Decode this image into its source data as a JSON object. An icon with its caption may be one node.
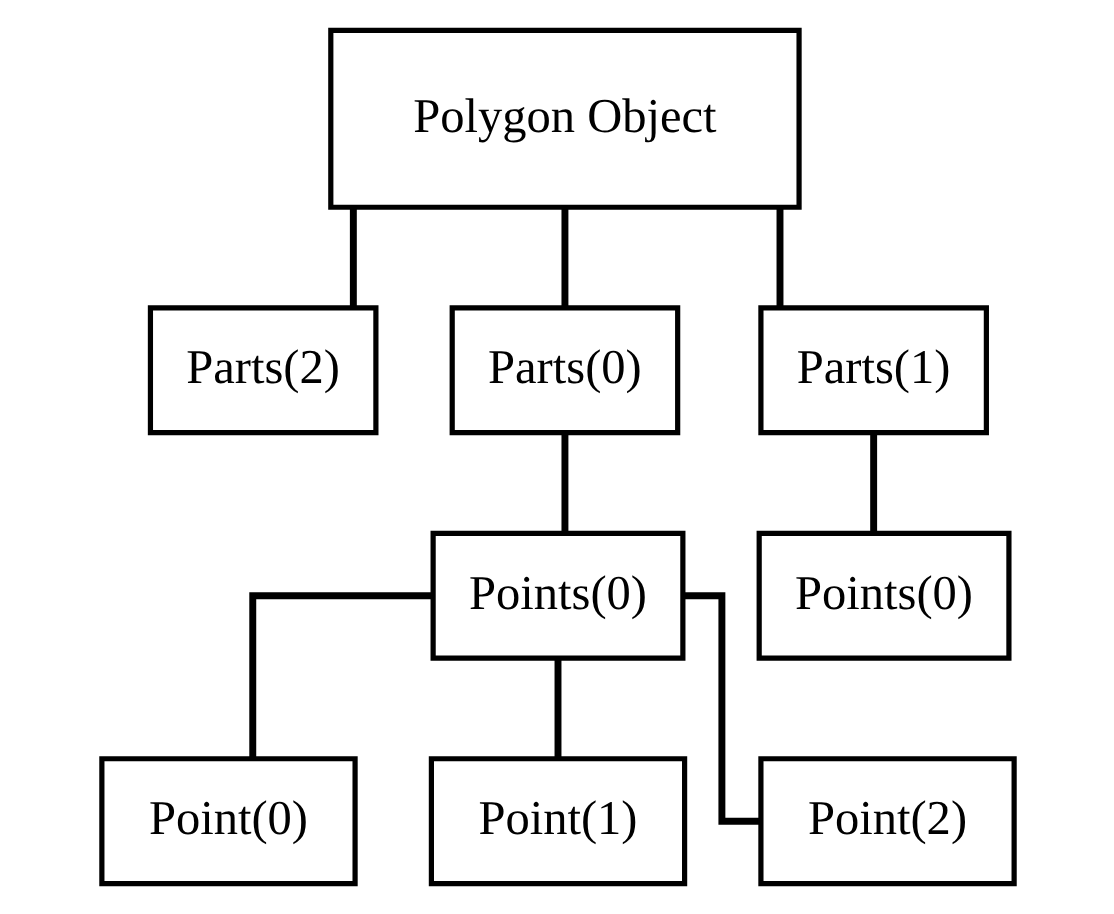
{
  "diagram": {
    "nodes": [
      {
        "text": [
          "Polygon Object"
        ]
      },
      {
        "text": [
          "Parts(2)"
        ]
      },
      {
        "text": [
          "Parts(0)"
        ]
      },
      {
        "text": [
          "Parts(1)"
        ]
      },
      {
        "text": [
          "Points(0)"
        ]
      },
      {
        "text": [
          "Points(0)"
        ]
      },
      {
        "text": [
          "Point(0)"
        ]
      },
      {
        "text": [
          "Point(1)"
        ]
      },
      {
        "text": [
          "Point(2)"
        ]
      }
    ],
    "edges": [
      {
        "from": 0,
        "to": 1,
        "arrow": "none"
      },
      {
        "from": 0,
        "to": 2,
        "arrow": "none"
      },
      {
        "from": 0,
        "to": 3,
        "arrow": "none"
      },
      {
        "from": 2,
        "to": 4,
        "arrow": "none"
      },
      {
        "from": 3,
        "to": 5,
        "arrow": "none"
      },
      {
        "from": 4,
        "to": 6,
        "arrow": "none"
      },
      {
        "from": 4,
        "to": 7,
        "arrow": "none"
      },
      {
        "from": 4,
        "to": 8,
        "arrow": "none"
      }
    ]
  }
}
